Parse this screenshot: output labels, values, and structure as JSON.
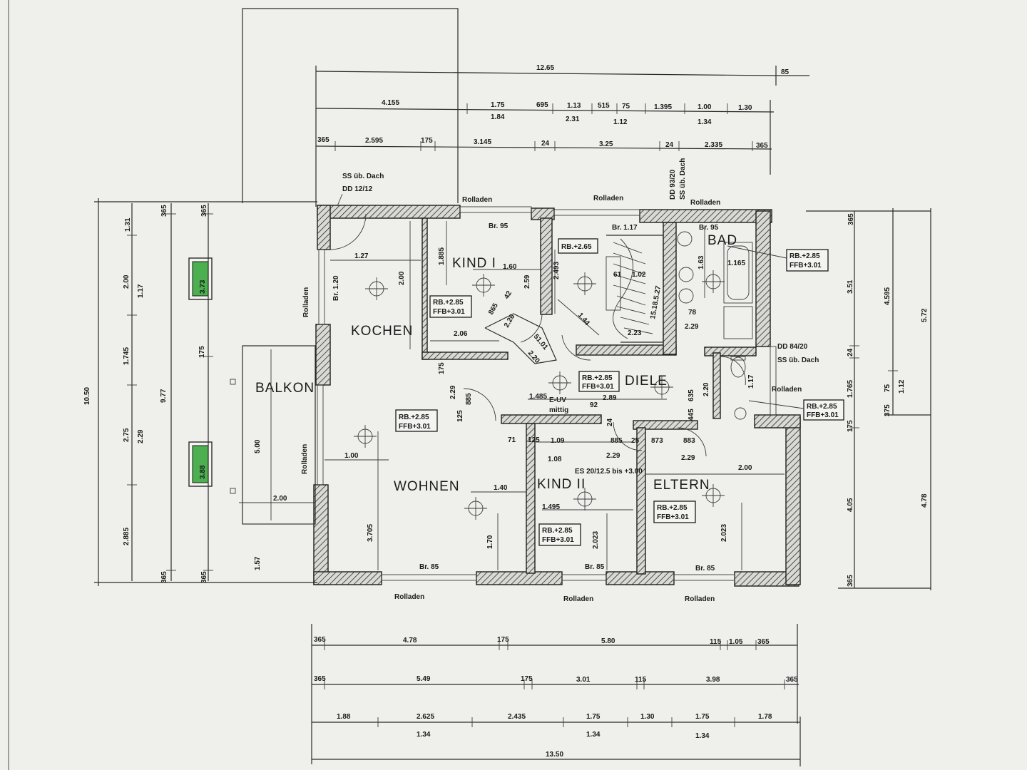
{
  "rooms": {
    "kochen": "KOCHEN",
    "kind1": "KIND I",
    "bad": "BAD",
    "diele": "DIELE",
    "balkon": "BALKON",
    "wohnen": "WOHNEN",
    "kind2": "KIND II",
    "eltern": "ELTERN"
  },
  "labels": {
    "rolladen": "Rolladen",
    "ss_dach": "SS üb. Dach",
    "dd_1212": "DD 12/12",
    "dd_8420": "DD 84/20",
    "ss_dach2": "SS üb. Dach",
    "dd_vert": "DD 93/20",
    "ss_vert": "SS üb. Dach",
    "br95": "Br. 95",
    "br117": "Br. 1.17",
    "br120": "Br. 1.20",
    "br85": "Br. 85",
    "euv": "E-UV",
    "mittig": "mittig",
    "es": "ES 20/12.5 bis +3.00"
  },
  "level_boxes": {
    "rb": "RB.+2.85",
    "ffb": "FFB+3.01",
    "rb_kind1": "RB.+2.65",
    "green1": "3.73",
    "green2": "3.88"
  },
  "top_dims": {
    "total": "12.65",
    "overhang": "85",
    "row1": [
      "4.155",
      "1.75",
      "695",
      "1.13",
      "515",
      "75",
      "1.395",
      "1.00",
      "1.30"
    ],
    "row1b": [
      "1.84",
      "2.31",
      "1.12",
      "1.34"
    ],
    "row2": [
      "365",
      "2.595",
      "175",
      "3.145",
      "24",
      "3.25",
      "24",
      "2.335",
      "365"
    ]
  },
  "bottom_dims": {
    "row1": [
      "365",
      "4.78",
      "175",
      "5.80",
      "115",
      "1.05",
      "365"
    ],
    "row2": [
      "365",
      "5.49",
      "175",
      "3.01",
      "115",
      "3.98",
      "365"
    ],
    "row3": [
      "1.88",
      "2.625",
      "2.435",
      "1.75",
      "1.30",
      "1.75",
      "1.78"
    ],
    "row3b": [
      "1.34",
      "1.34",
      "1.34"
    ],
    "total": "13.50"
  },
  "left_dims": {
    "total": "10.50",
    "col1": [
      "1.31",
      "2.00",
      "1.745",
      "2.75",
      "2.885"
    ],
    "col2": [
      "1.17",
      "2.29"
    ],
    "col3": "9.77",
    "col3b": "175",
    "small": [
      "365",
      "365",
      "365",
      "365"
    ]
  },
  "right_dims": {
    "col1": [
      "365",
      "3.51",
      "24",
      "1.765",
      "175",
      "4.05",
      "365"
    ],
    "col2": [
      "4.595",
      "75",
      "375",
      "1.12"
    ],
    "col3": [
      "5.72",
      "4.78"
    ]
  },
  "inner_dims": {
    "kochen": [
      "1.27",
      "2.00",
      "2.06",
      "175"
    ],
    "kind1": [
      "1.885",
      "1.60",
      "2.59",
      "2.26",
      "865",
      "42"
    ],
    "stair": [
      "2.493",
      "61",
      "1.02",
      "1.44",
      "2.23",
      "2.20",
      "51.01",
      "15.18.5.27"
    ],
    "bad": [
      "1.63",
      "1.165",
      "78",
      "2.29"
    ],
    "diele": [
      "1.485",
      "2.89",
      "92",
      "2.20",
      "635",
      "445",
      "1.17",
      "24"
    ],
    "wohnen": [
      "1.00",
      "1.40",
      "3.705",
      "1.70",
      "2.29",
      "125",
      "885"
    ],
    "balkon": [
      "5.00",
      "2.00",
      "1.57"
    ],
    "kind2": [
      "71",
      "125",
      "1.09",
      "1.08",
      "1.495",
      "2.023",
      "885",
      "25",
      "873",
      "883",
      "2.29"
    ],
    "eltern": [
      "2.00",
      "2.023"
    ]
  }
}
